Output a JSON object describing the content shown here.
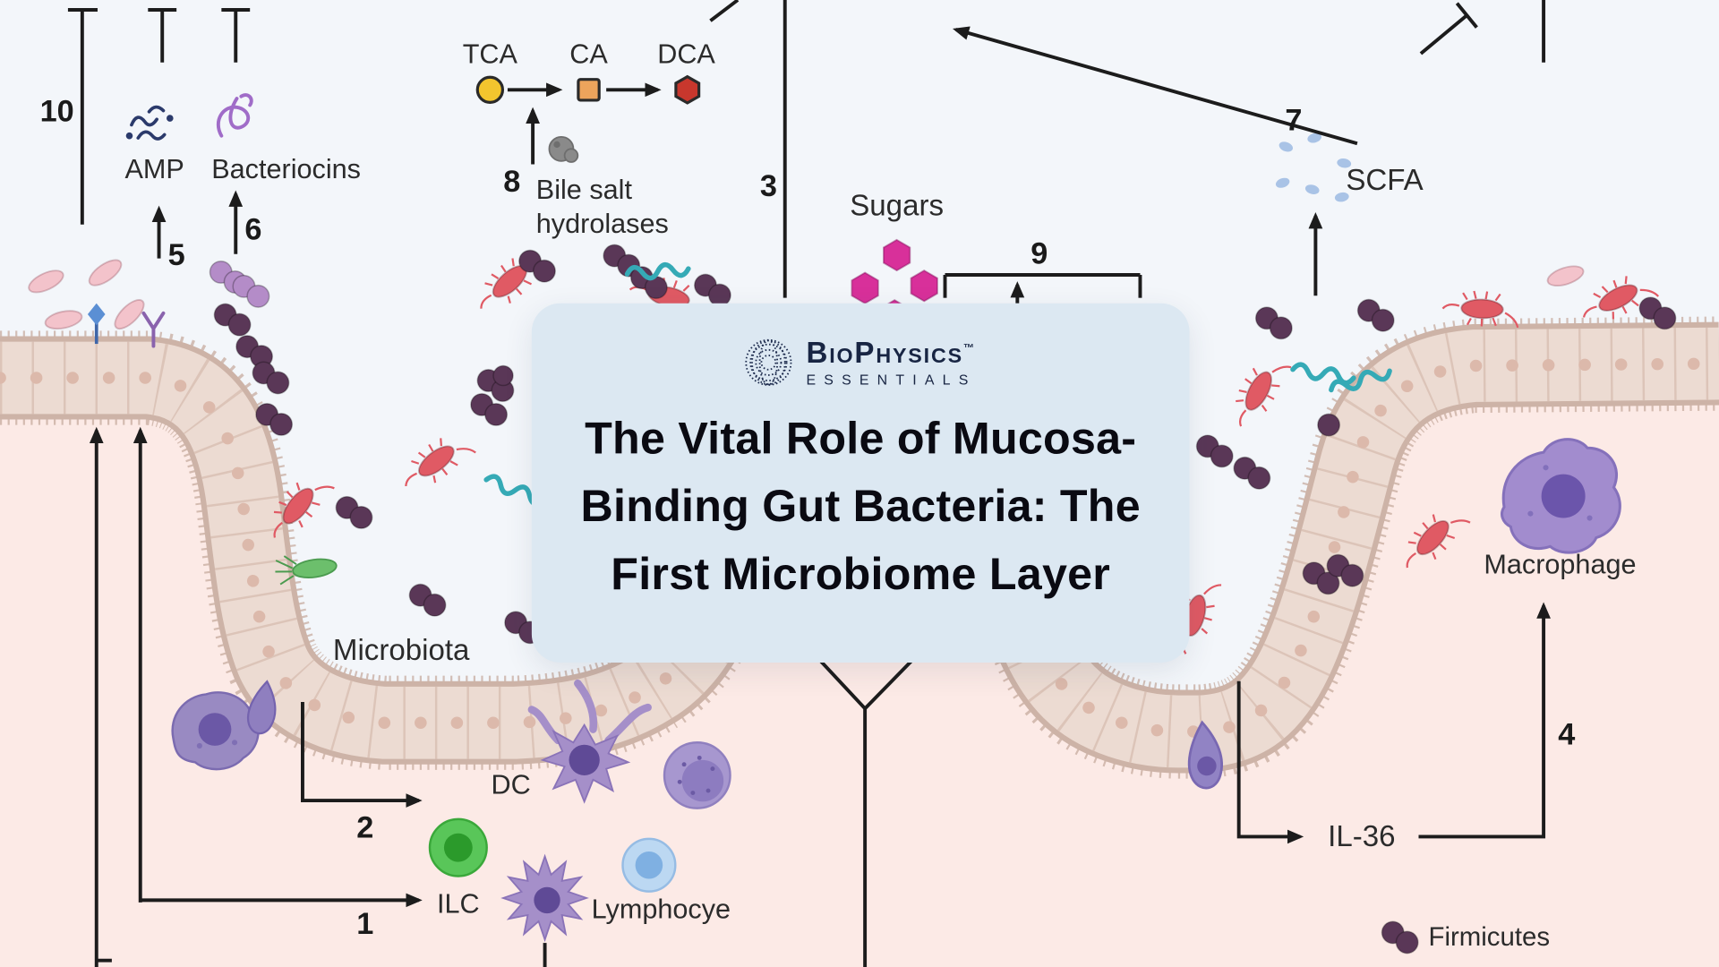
{
  "card": {
    "brand": {
      "name": "BioPhysics",
      "tm": "™",
      "subtitle": "ESSENTIALS"
    },
    "title_lines": [
      "The Vital Role of Mucosa-",
      "Binding Gut Bacteria: The",
      "First Microbiome Layer"
    ]
  },
  "labels": {
    "amp": "AMP",
    "bacteriocins": "Bacteriocins",
    "tca": "TCA",
    "ca": "CA",
    "dca": "DCA",
    "bile_salt_line1": "Bile salt",
    "bile_salt_line2": "hydrolases",
    "sugars": "Sugars",
    "scfa": "SCFA",
    "microbiota": "Microbiota",
    "dc": "DC",
    "ilc": "ILC",
    "lymphocyte": "Lymphocye",
    "macrophage": "Macrophage",
    "il36": "IL-36",
    "firmicutes": "Firmicutes"
  },
  "step_numbers": {
    "n1": "1",
    "n2": "2",
    "n3": "3",
    "n4": "4",
    "n5": "5",
    "n6": "6",
    "n7": "7",
    "n8": "8",
    "n9": "9",
    "n10": "10"
  },
  "icons": {
    "brand_logo": "dotted-globe-logo",
    "tca": "yellow-circle-molecule",
    "ca": "orange-square-molecule",
    "dca": "dark-red-hexagon-molecule",
    "sugars": "magenta-hexagon-cluster",
    "scfa": "light-blue-dot-cluster",
    "amp": "navy-squiggle-peptides",
    "bacteriocins": "purple-squiggle-peptide",
    "bile_salt_hydrolase": "gray-enzyme-blob",
    "firmicutes_legend": "purple-cocci-pair"
  },
  "colors": {
    "lumen": "#f3f6fa",
    "tissue_pink": "#fceae6",
    "epithelium": "#ecdbd2",
    "card_bg": "#dce8f2",
    "line_dark": "#1c1c1c",
    "firmicutes_purple": "#5a3757",
    "red_bacteria": "#e05a64",
    "pink_bacteria": "#f3c3cb",
    "teal_bacteria": "#35aab6",
    "green_bacteria": "#6cbf6c",
    "sugar_magenta": "#d8309a",
    "scfa_blue": "#a9c3e6",
    "ilc_green": "#59c659",
    "lymphocyte_blue": "#bcd8f2",
    "immune_purple": "#a58fc9"
  }
}
